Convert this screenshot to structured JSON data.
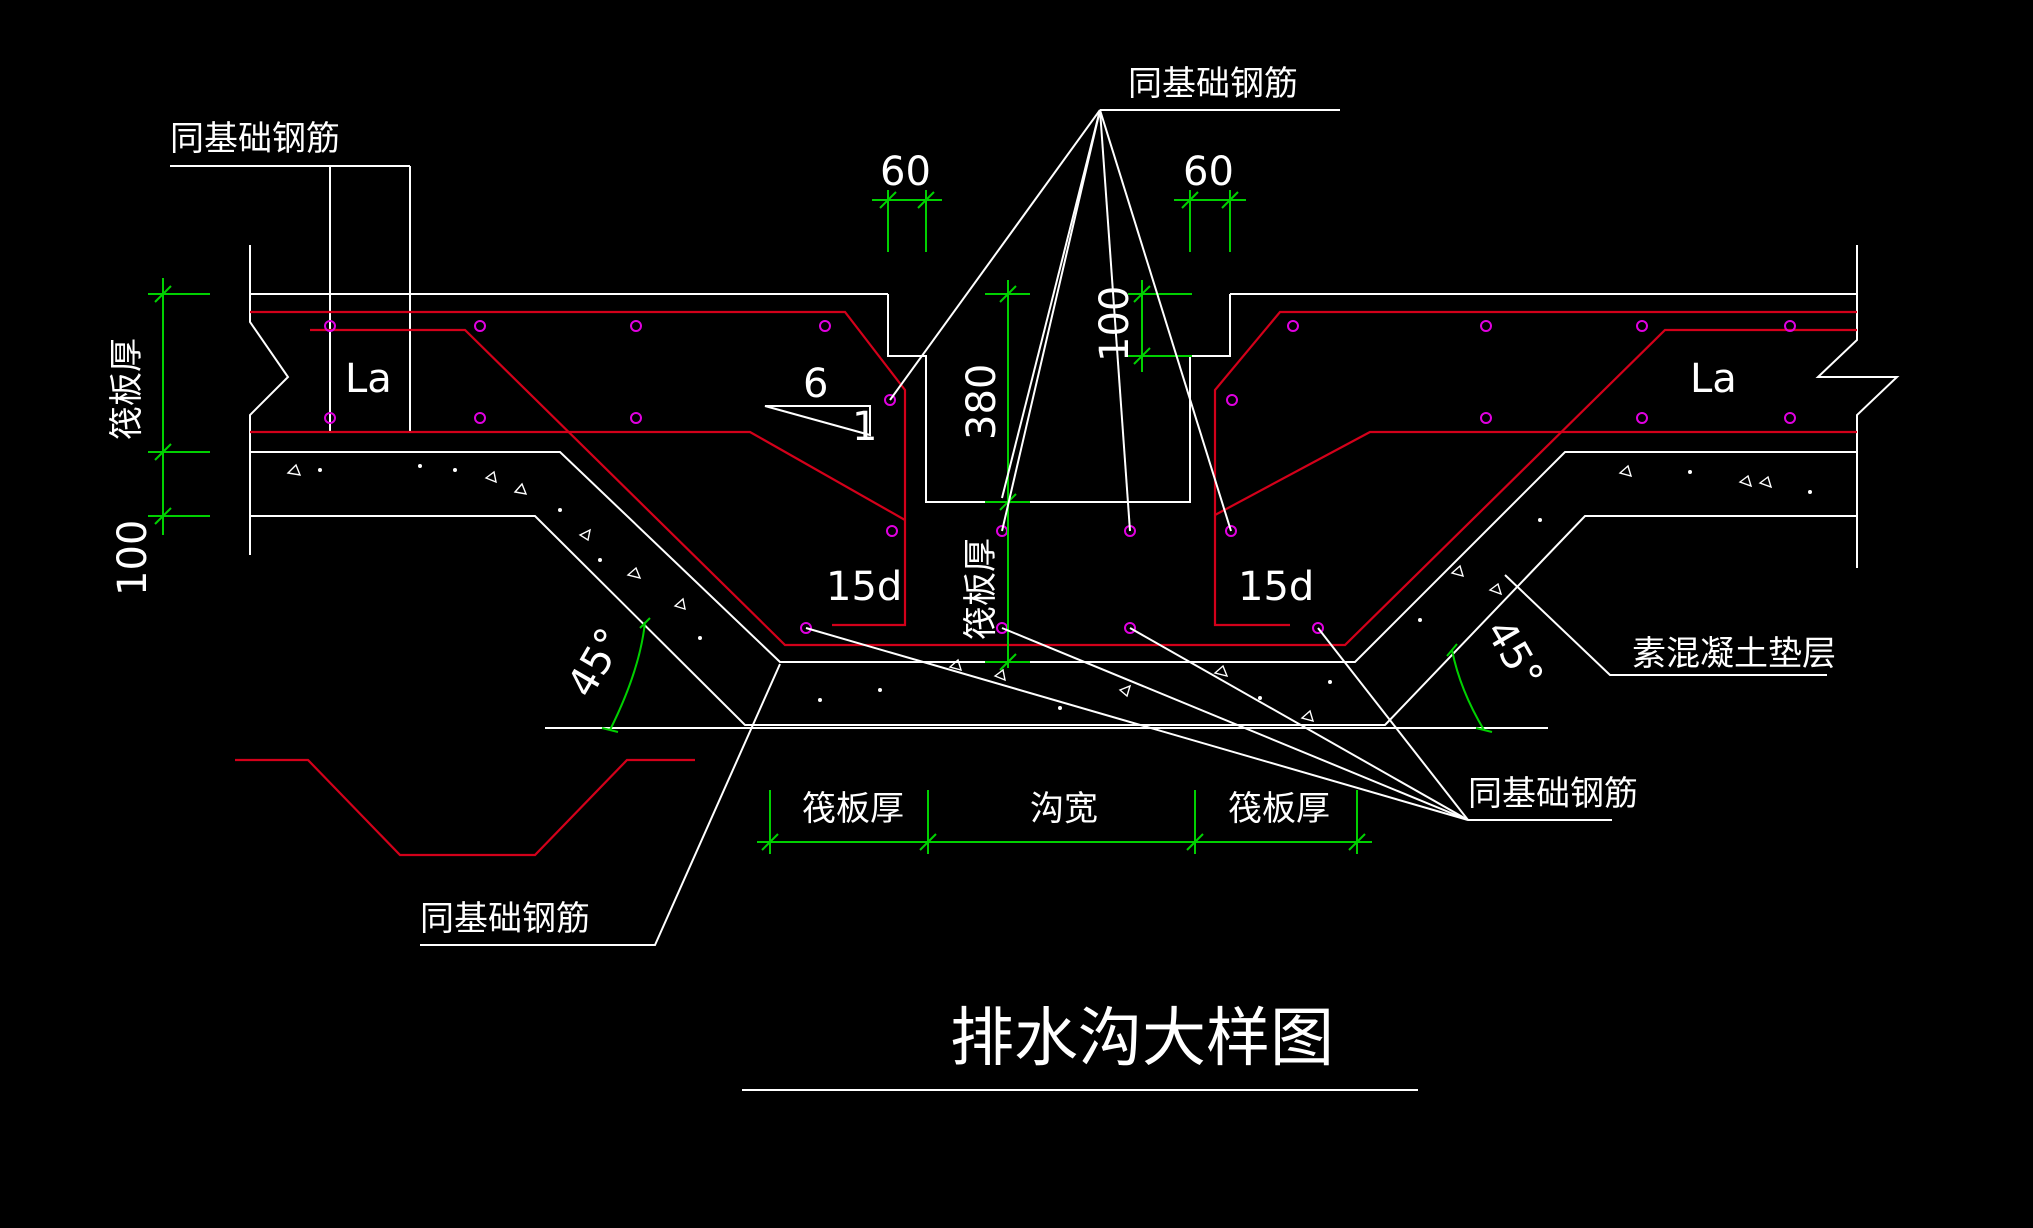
{
  "drawing": {
    "title": "排水沟大样图",
    "labels": {
      "rebar_same_as_foundation": "同基础钢筋",
      "raft_thickness": "筏板厚",
      "trench_width": "沟宽",
      "plain_concrete_cushion": "素混凝土垫层",
      "anchorage_length": "La",
      "hook_length": "15d",
      "angle": "45°",
      "slope_rise": "6",
      "slope_run": "1"
    },
    "dimensions": {
      "top_offset": "60",
      "trench_depth": "380",
      "step_height": "100",
      "cushion_thickness": "100"
    },
    "colors": {
      "background": "#000000",
      "lines": "#ffffff",
      "rebar": "#d3001a",
      "dimensions": "#00d000",
      "rebar_points": "#e000e0"
    }
  }
}
